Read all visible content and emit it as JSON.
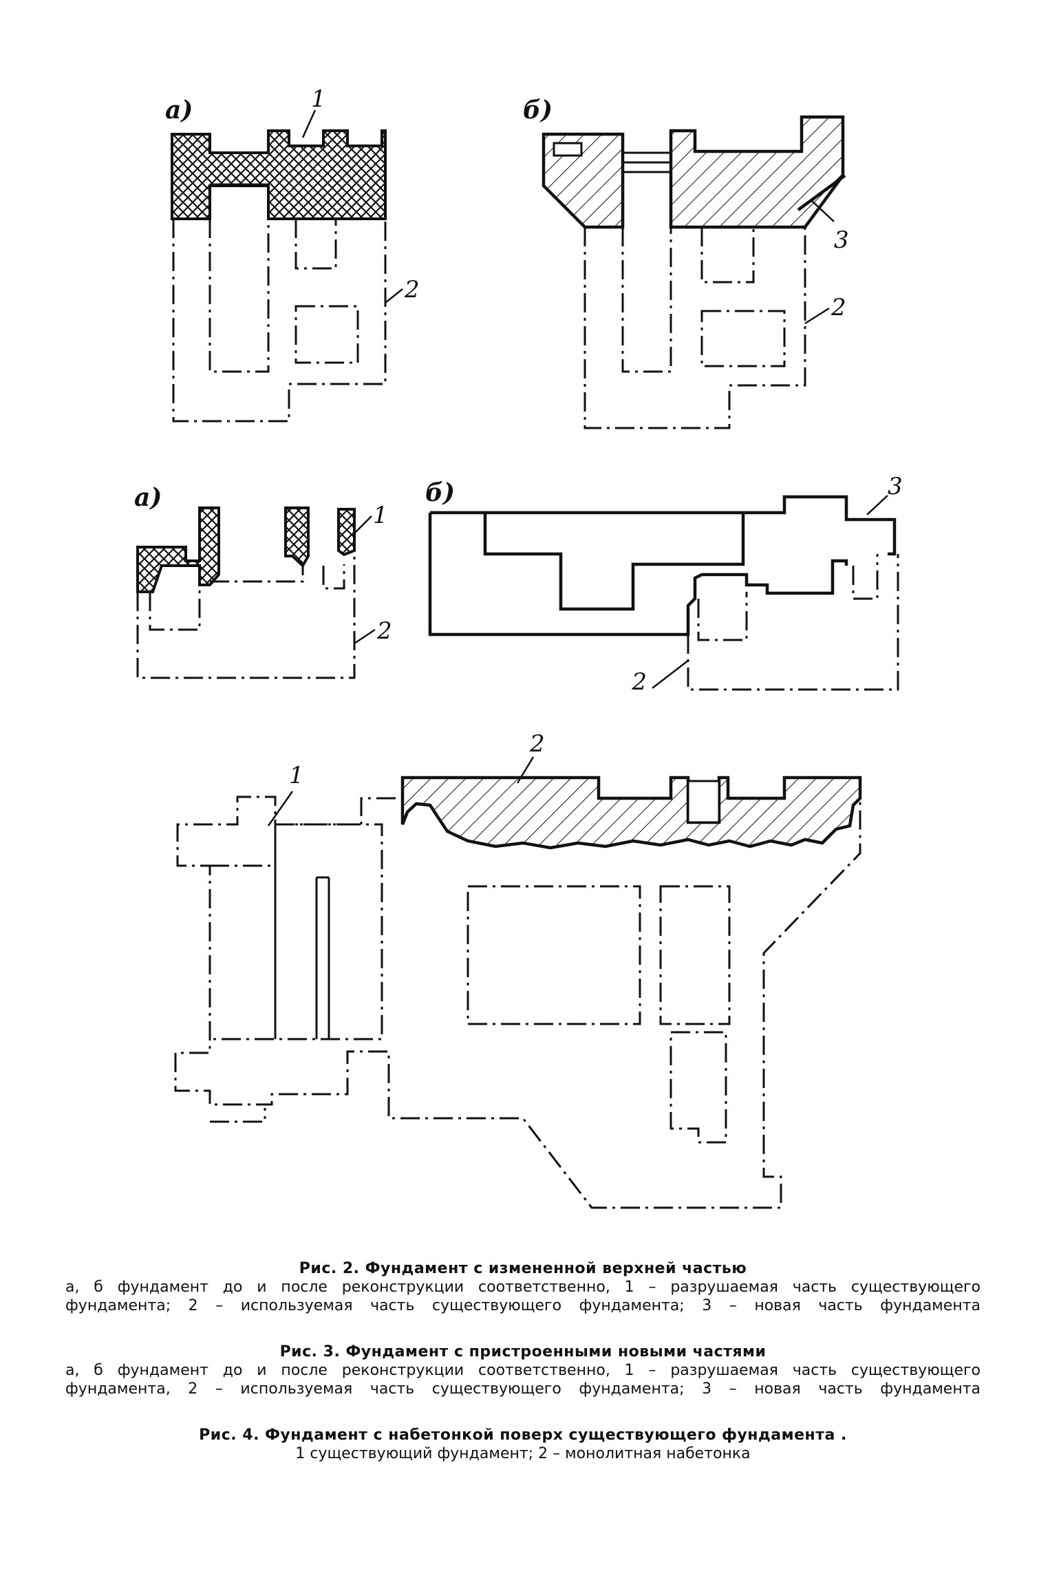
{
  "figures": {
    "fig2": {
      "label_a": "а)",
      "label_b": "б)",
      "callouts_a": [
        "1",
        "2"
      ],
      "callouts_b": [
        "3",
        "2"
      ]
    },
    "fig3": {
      "label_a": "а)",
      "label_b": "б)",
      "callouts_a": [
        "1",
        "2"
      ],
      "callouts_b": [
        "3",
        "2"
      ]
    },
    "fig4": {
      "callouts": [
        "2",
        "1"
      ]
    }
  },
  "captions": [
    {
      "title": "Рис. 2. Фундамент с измененной верхней частью",
      "line1": "а, б  фундамент до и после реконструкции соответственно, 1 – разрушаемая часть существующего",
      "line2": "фундамента; 2 – используемая часть существующего фундамента; 3 – новая часть фундамента"
    },
    {
      "title": "Рис. 3. Фундамент с пристроенными новыми частями",
      "line1": "а, б  фундамент до и после реконструкции соответственно, 1 – разрушаемая часть существующего",
      "line2": "фундамента, 2 – используемая часть существующего фундамента; 3 – новая часть фундамента"
    },
    {
      "title": "Рис. 4. Фундамент с набетонкой поверх существующего фундамента .",
      "line1": "1  существующий фундамент; 2 – монолитная набетонка"
    }
  ]
}
